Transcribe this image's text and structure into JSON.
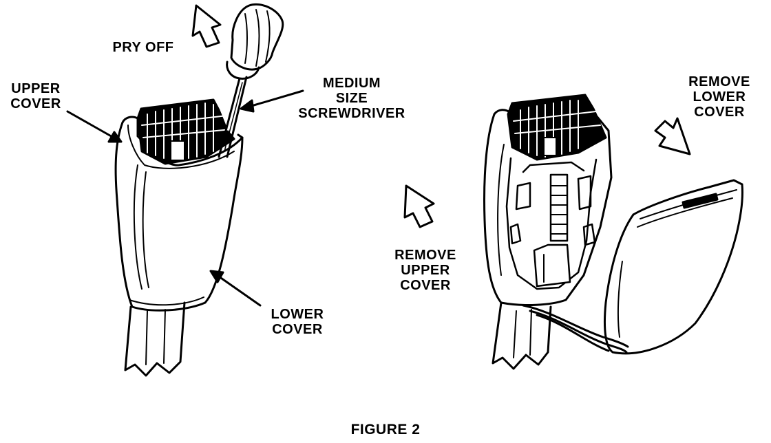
{
  "labels": {
    "pry_off": "PRY OFF",
    "upper_cover": [
      "UPPER",
      "COVER"
    ],
    "medium_screwdriver": [
      "MEDIUM",
      "SIZE",
      "SCREWDRIVER"
    ],
    "lower_cover": [
      "LOWER",
      "COVER"
    ],
    "remove_upper_cover": [
      "REMOVE",
      "UPPER",
      "COVER"
    ],
    "remove_lower_cover": [
      "REMOVE",
      "LOWER",
      "COVER"
    ]
  },
  "caption": "FIGURE 2"
}
